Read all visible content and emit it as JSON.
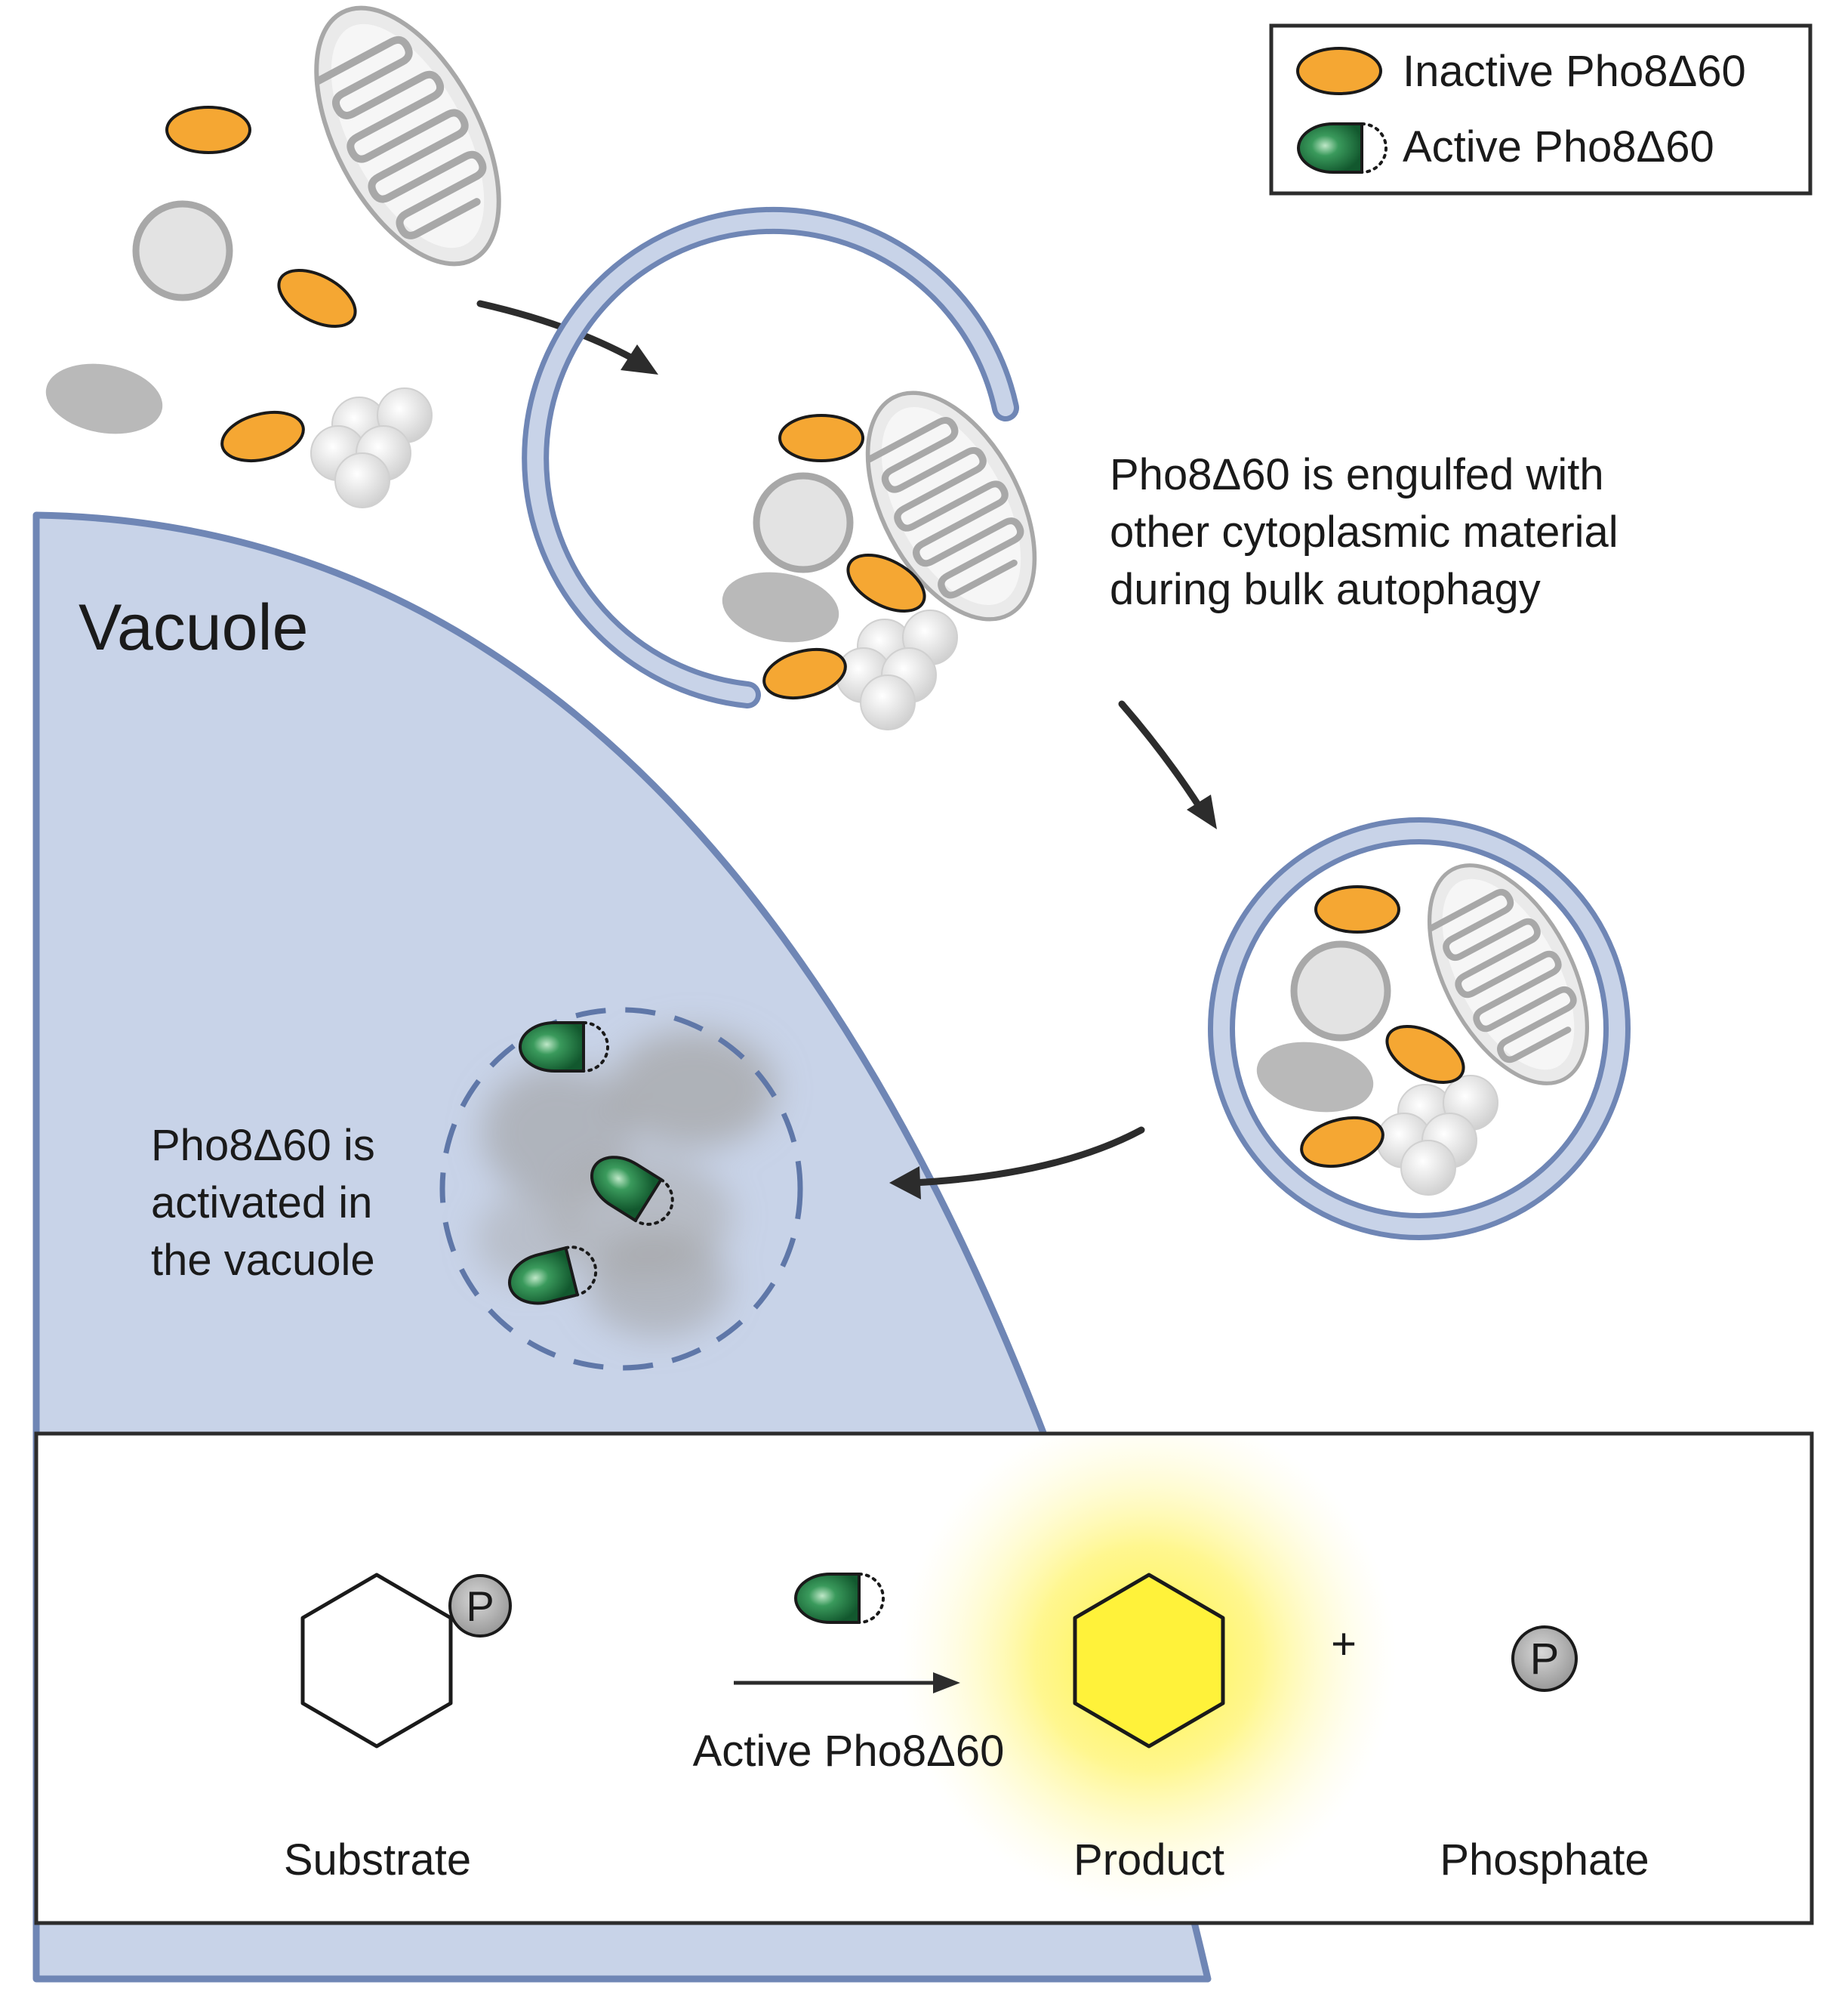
{
  "legend": {
    "inactive_label": "Inactive Pho8Δ60",
    "active_label": "Active Pho8Δ60"
  },
  "vacuole": {
    "label": "Vacuole"
  },
  "annotations": {
    "engulfed": [
      "Pho8Δ60 is engulfed with",
      "other cytoplasmic material",
      "during bulk autophagy"
    ],
    "activated": [
      "Pho8Δ60 is",
      "activated in",
      "the vacuole"
    ]
  },
  "reaction": {
    "substrate_label": "Substrate",
    "enzyme_label": "Active Pho8Δ60",
    "product_label": "Product",
    "plus": "+",
    "phosphate_label": "Phosphate",
    "phosphate_symbol": "P"
  },
  "colors": {
    "vacuole_fill": "#c8d3e8",
    "membrane": "#6f86b5",
    "inactive_enzyme": "#f5a733",
    "active_enzyme": "#1b6e3c",
    "product_glow": "#fff23a",
    "organelle_gray": "#d9d9d9"
  }
}
